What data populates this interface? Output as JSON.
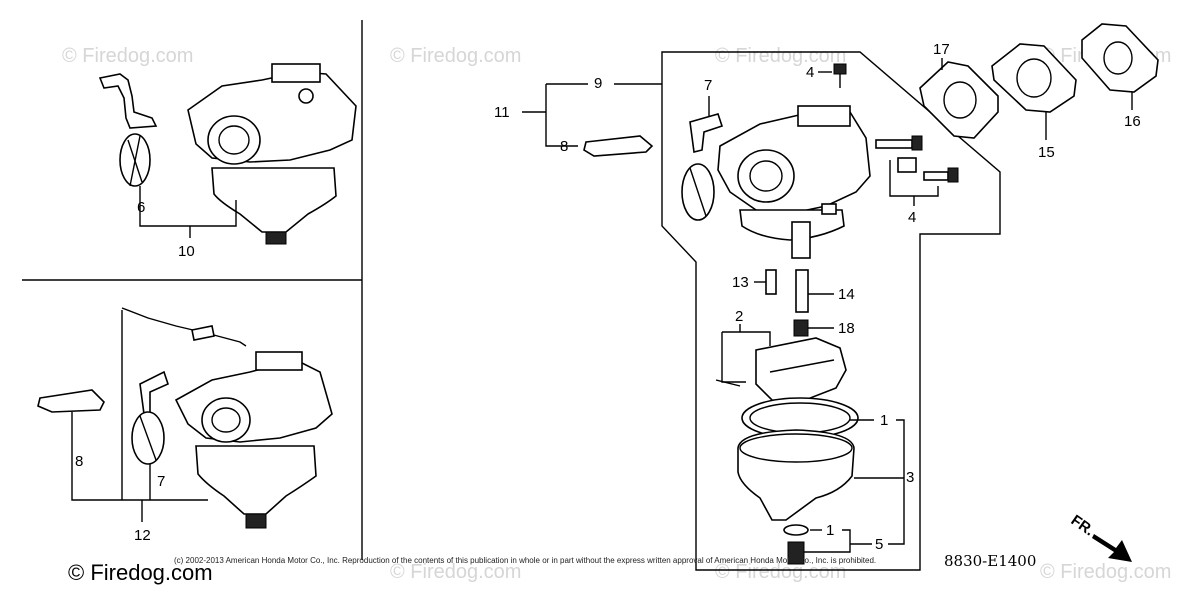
{
  "watermark": "© Firedog.com",
  "brand": "© Firedog.com",
  "copyright": "(c) 2002-2013 American Honda Motor Co., Inc. Reproduction of the contents of this publication in whole or in part without the express written approval of American Honda Motor Co., Inc. is prohibited.",
  "drawing_code": "8830-E1400",
  "front_marker": "FR.",
  "callouts": {
    "p1a": "1",
    "p1b": "1",
    "p2": "2",
    "p3": "3",
    "p4a": "4",
    "p4b": "4",
    "p5": "5",
    "p6": "6",
    "p7a": "7",
    "p7b": "7",
    "p8a": "8",
    "p8b": "8",
    "p9": "9",
    "p10": "10",
    "p11": "11",
    "p12": "12",
    "p13": "13",
    "p14": "14",
    "p15": "15",
    "p16": "16",
    "p17": "17",
    "p18": "18"
  }
}
